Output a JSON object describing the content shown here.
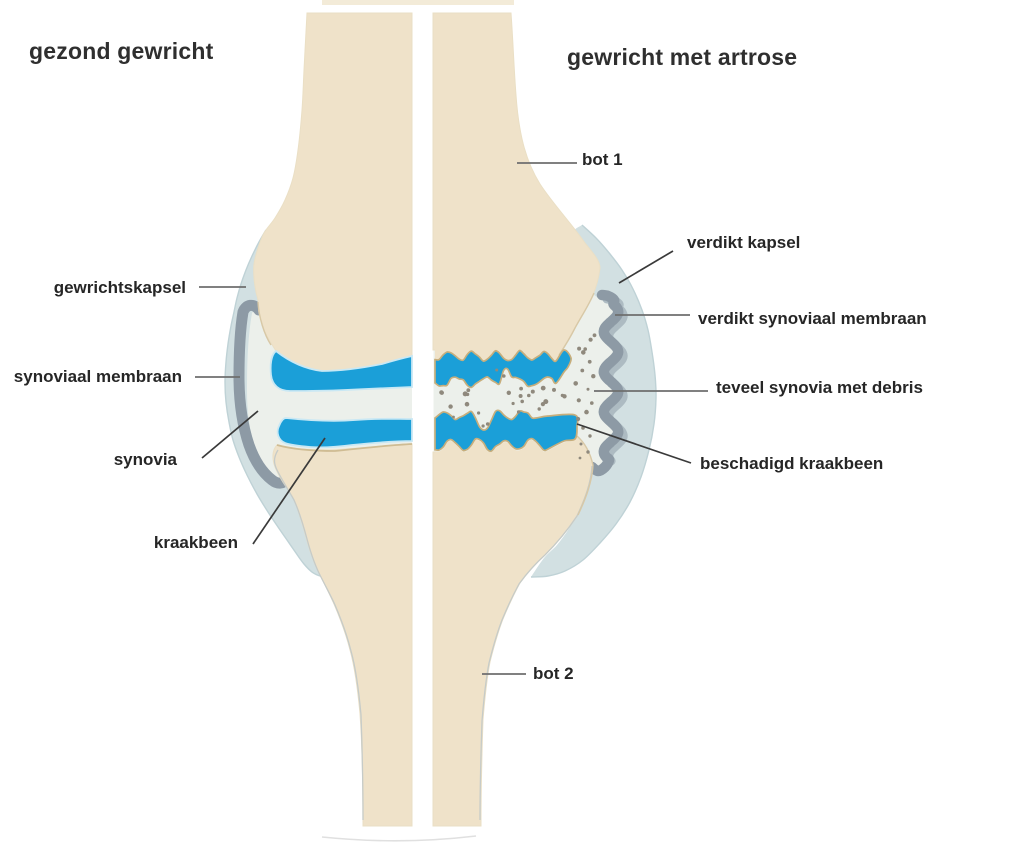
{
  "diagram": {
    "left_panel": {
      "title": "gezond gewricht",
      "labels": {
        "gewrichtskapsel": "gewrichtskapsel",
        "synoviaal_membraan": "synoviaal membraan",
        "synovia": "synovia",
        "kraakbeen": "kraakbeen"
      }
    },
    "right_panel": {
      "title": "gewricht met artrose",
      "labels": {
        "bot1": "bot 1",
        "verdikt_kapsel": "verdikt kapsel",
        "verdikt_synoviaal_membraan": "verdikt synoviaal membraan",
        "teveel_synovia": "teveel synovia met debris",
        "beschadigd_kraakbeen": "beschadigd kraakbeen",
        "bot2": "bot 2"
      }
    },
    "colors": {
      "background": "#ffffff",
      "bone": "#efe2c9",
      "bone_edge": "#d2c09a",
      "capsule": "#d2e0e2",
      "capsule_edge": "#bfd2d6",
      "membrane": "#8d9aa5",
      "membrane_shadow": "#adbbc2",
      "synovia": "#ecf0eb",
      "cartilage": "#1b9fd8",
      "cartilage_halo": "#c9e8f4",
      "cartilage_damaged_edge": "#c7ae7c",
      "debris": "#8f897d",
      "text": "#2e2e2e",
      "line_gray": "#6e6e6e",
      "line_dark": "#3a3a3a"
    }
  }
}
